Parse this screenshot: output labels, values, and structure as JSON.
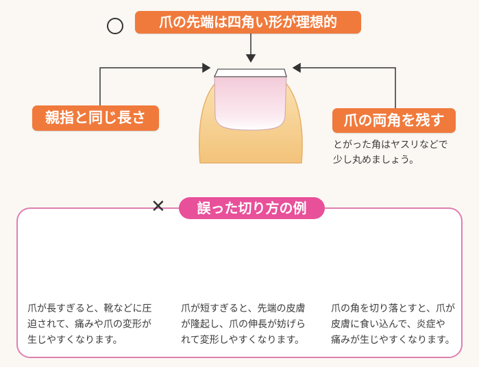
{
  "top": {
    "title": "爪の先端は四角い形が理想的",
    "left_label": "親指と同じ長さ",
    "right_label": "爪の両角を残す",
    "right_note_lines": [
      "とがった角はヤスリなどで",
      "少し丸めましょう。"
    ]
  },
  "bottom": {
    "title": "誤った切り方の例",
    "cases": [
      {
        "lines": [
          "爪が長すぎると、靴などに圧",
          "迫されて、痛みや爪の変形が",
          "生じやすくなります。"
        ]
      },
      {
        "lines": [
          "爪が短すぎると、先端の皮膚",
          "が隆起し、爪の伸長が妨げら",
          "れて変形しやすくなります。"
        ]
      },
      {
        "lines": [
          "爪の角を切り落とすと、爪が",
          "皮膚に食い込んで、炎症や",
          "痛みが生じやすくなります。"
        ]
      }
    ]
  },
  "colors": {
    "orange_label": "#f07a3c",
    "pink_label": "#e8509a",
    "pink_border": "#df7fb0",
    "skin": "#f7cf8c",
    "nail": "#f7dde6"
  }
}
